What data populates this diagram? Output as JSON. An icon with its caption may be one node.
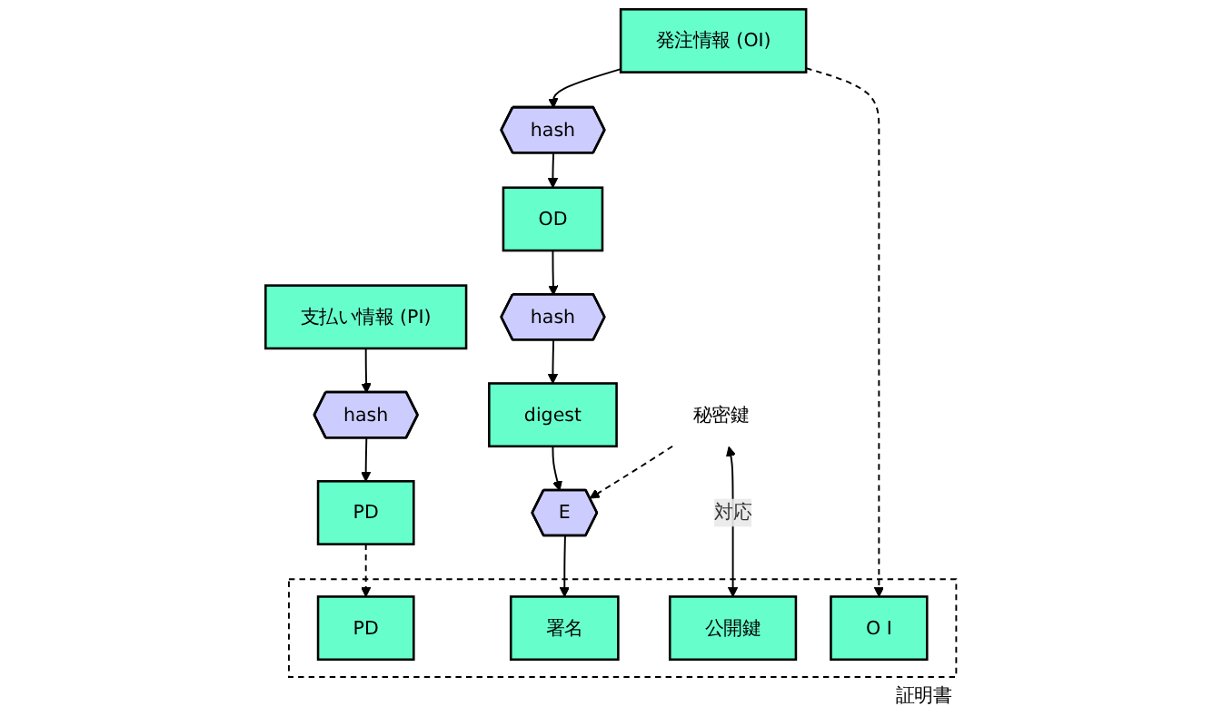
{
  "diagram": {
    "nodes": [
      {
        "text": [
          "発注情報 (OI)"
        ]
      },
      {
        "text": [
          "支払い情報 (PI)"
        ]
      },
      {
        "text": [
          "hash"
        ]
      },
      {
        "text": [
          "hash"
        ]
      },
      {
        "text": [
          "OD"
        ]
      },
      {
        "text": [
          "PD"
        ]
      },
      {
        "text": [
          "hash"
        ]
      },
      {
        "text": [
          "digest"
        ]
      },
      {
        "text": [
          "E"
        ]
      },
      {
        "text": [
          "秘密鍵"
        ]
      },
      {
        "text": [
          "証明書"
        ]
      },
      {
        "text": [
          "O I"
        ],
        "in": 10
      },
      {
        "text": [
          "署名"
        ],
        "in": 10
      },
      {
        "text": [
          "PD"
        ],
        "in": 10
      },
      {
        "text": [
          "公開鍵"
        ],
        "in": 10
      }
    ],
    "edges": [
      {
        "from": 0,
        "to": 2,
        "arrow": "to"
      },
      {
        "from": 1,
        "to": 3,
        "arrow": "to"
      },
      {
        "from": 2,
        "to": 4,
        "arrow": "to"
      },
      {
        "from": 3,
        "to": 5,
        "arrow": "to"
      },
      {
        "from": 4,
        "to": 6,
        "arrow": "to"
      },
      {
        "from": 6,
        "to": 7,
        "arrow": "to"
      },
      {
        "from": 7,
        "to": 8,
        "arrow": "to"
      },
      {
        "from": 9,
        "to": 8,
        "arrow": "to",
        "style": "dashed"
      },
      {
        "from": 0,
        "to": 11,
        "arrow": "to",
        "style": "dashed"
      },
      {
        "from": 8,
        "to": 12,
        "arrow": "to"
      },
      {
        "from": 5,
        "to": 13,
        "arrow": "to",
        "style": "dashed"
      },
      {
        "from": 9,
        "to": 14,
        "arrow": "both",
        "label": "対応"
      }
    ]
  }
}
